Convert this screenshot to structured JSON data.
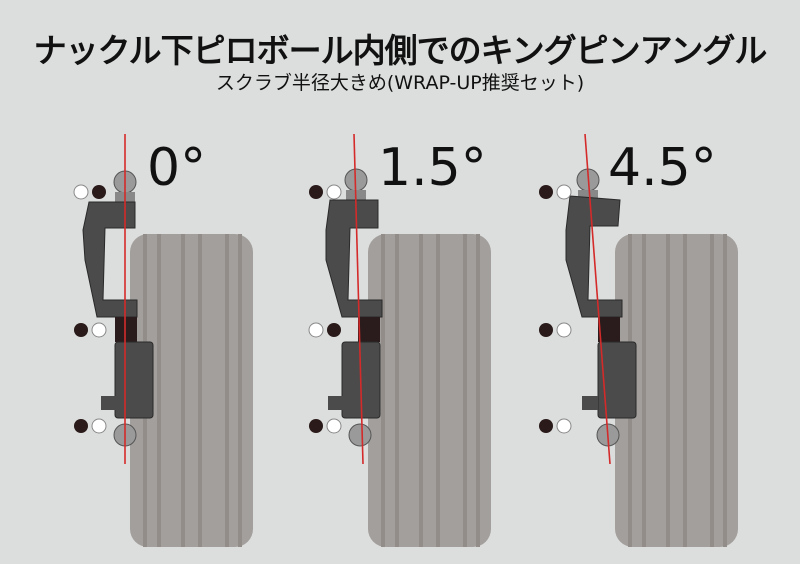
{
  "title": "ナックル下ピロボール内側でのキングピンアングル",
  "subtitle": "スクラブ半径大きめ(WRAP-UP推奨セット)",
  "colors": {
    "background": "#dcdedd",
    "tire": "#a39f9c",
    "tread": "#8f8985",
    "knuckle": "#4a4a4a",
    "axis_line": "#d42a2a",
    "dot_dark": "#2a1a1a",
    "dot_light": "#ffffff"
  },
  "panels": [
    {
      "angle_label": "0°",
      "tilt_deg": 0,
      "dots": {
        "top": [
          "white",
          "black"
        ],
        "middle": [
          "black",
          "white"
        ],
        "bottom": [
          "black",
          "white"
        ]
      }
    },
    {
      "angle_label": "1.5°",
      "tilt_deg": 1.5,
      "dots": {
        "top": [
          "black",
          "white"
        ],
        "middle": [
          "white",
          "black"
        ],
        "bottom": [
          "black",
          "white"
        ]
      }
    },
    {
      "angle_label": "4.5°",
      "tilt_deg": 4.5,
      "dots": {
        "top": [
          "black",
          "white"
        ],
        "middle": [
          "black",
          "white"
        ],
        "bottom": [
          "black",
          "white"
        ]
      }
    }
  ]
}
